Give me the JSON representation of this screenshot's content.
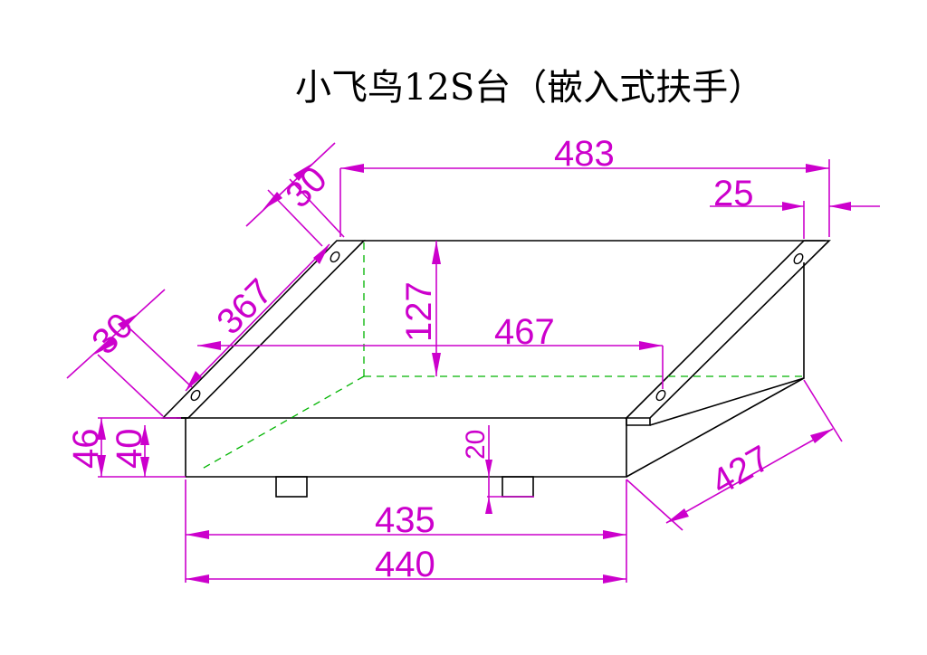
{
  "title": "小飞鸟12S台（嵌入式扶手）",
  "colors": {
    "outline": "#000000",
    "dimension": "#cc00cc",
    "hidden": "#00b400",
    "background": "#ffffff"
  },
  "dimensions": {
    "top_width": "483",
    "flange": "25",
    "arm_width_top": "30",
    "arm_length": "367",
    "arm_width_left": "30",
    "height": "127",
    "inner_width": "467",
    "front_height_outer": "46",
    "front_height_inner": "40",
    "foot_height": "20",
    "bottom_inner": "435",
    "bottom_outer": "440",
    "depth": "427"
  }
}
